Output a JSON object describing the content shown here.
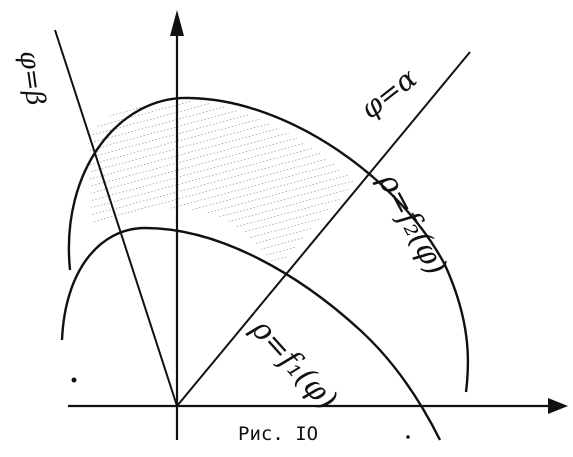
{
  "figure": {
    "caption": "Рис. IO",
    "labels": {
      "ray_beta": "φ=β",
      "ray_alpha": "φ=α",
      "curve_outer": "ρ=f₂(φ)",
      "curve_inner": "ρ=f₁(φ)"
    },
    "colors": {
      "ink": "#111111",
      "hatch": "#5a5a5a",
      "background": "#ffffff"
    }
  }
}
